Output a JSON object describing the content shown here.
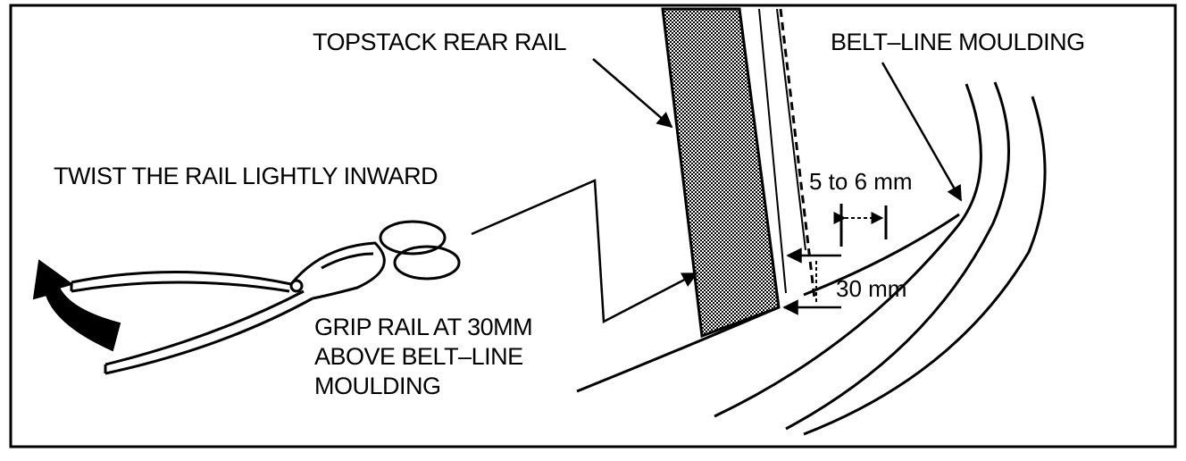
{
  "labels": {
    "topstack_rear_rail": "TOPSTACK REAR RAIL",
    "belt_line_moulding": "BELT–LINE MOULDING",
    "twist_instruction": "TWIST THE RAIL LIGHTLY INWARD",
    "grip_instruction": "GRIP RAIL AT 30MM\nABOVE BELT–LINE\nMOULDING",
    "gap_dimension": "5 to 6 mm",
    "height_dimension": "30 mm"
  },
  "colors": {
    "ink": "#000000",
    "paper": "#ffffff",
    "rail_hatch": "#555555"
  }
}
